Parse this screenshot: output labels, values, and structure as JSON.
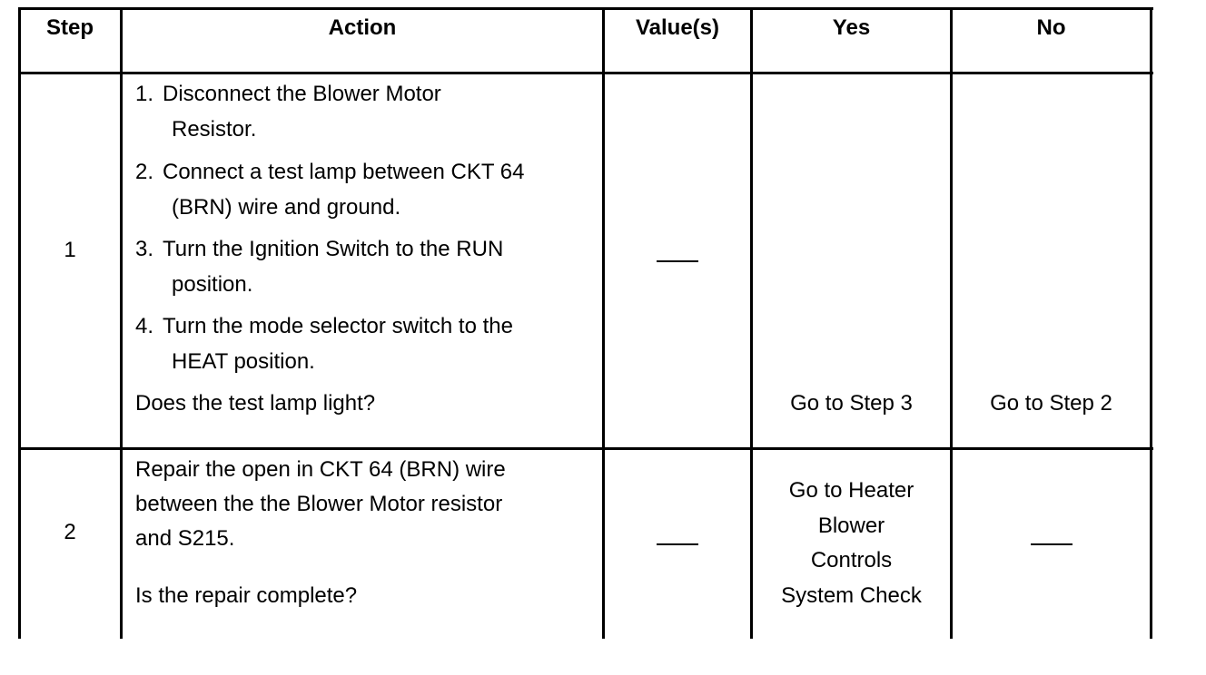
{
  "table": {
    "headers": {
      "step": "Step",
      "action": "Action",
      "values": "Value(s)",
      "yes": "Yes",
      "no": "No"
    },
    "rows": [
      {
        "step": "1",
        "action_items": [
          {
            "num": "1.",
            "line1": "Disconnect the Blower Motor",
            "line2": "Resistor."
          },
          {
            "num": "2.",
            "line1": "Connect a test lamp between CKT 64",
            "line2": "(BRN) wire and ground."
          },
          {
            "num": "3.",
            "line1": "Turn the Ignition Switch to the RUN",
            "line2": "position."
          },
          {
            "num": "4.",
            "line1": "Turn the mode selector switch to the",
            "line2": "HEAT position."
          }
        ],
        "question": "Does the test lamp light?",
        "values": "—",
        "yes": "Go to Step 3",
        "no": "Go to Step 2"
      },
      {
        "step": "2",
        "action_lines": [
          "Repair the open in CKT 64 (BRN) wire",
          "between the the Blower Motor resistor",
          "and S215."
        ],
        "question": "Is the repair complete?",
        "values": "—",
        "yes_lines": [
          "Go to Heater",
          "Blower",
          "Controls",
          "System Check"
        ],
        "no": "—"
      }
    ]
  }
}
